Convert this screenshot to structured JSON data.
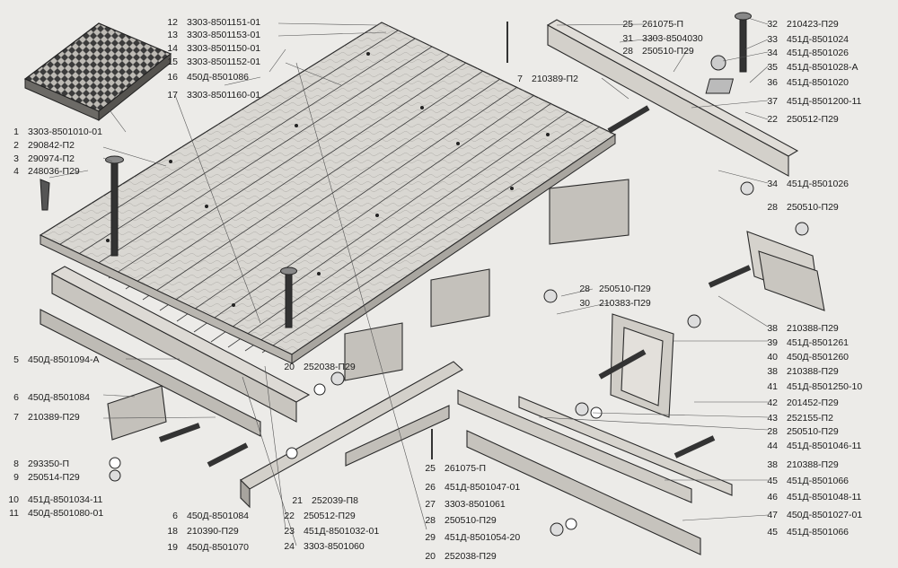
{
  "diagram": {
    "labels_left": [
      {
        "num": "1",
        "code": "3303-8501010-01"
      },
      {
        "num": "2",
        "code": "290842-П2"
      },
      {
        "num": "3",
        "code": "290974-П2"
      },
      {
        "num": "4",
        "code": "248036-П29"
      },
      {
        "num": "5",
        "code": "450Д-8501094-А"
      },
      {
        "num": "6",
        "code": "450Д-8501084"
      },
      {
        "num": "7",
        "code": "210389-П29"
      },
      {
        "num": "8",
        "code": "293350-П"
      },
      {
        "num": "9",
        "code": "250514-П29"
      },
      {
        "num": "10",
        "code": "451Д-8501034-11"
      },
      {
        "num": "11",
        "code": "450Д-8501080-01"
      }
    ],
    "labels_top": [
      {
        "num": "12",
        "code": "3303-8501151-01"
      },
      {
        "num": "13",
        "code": "3303-8501153-01"
      },
      {
        "num": "14",
        "code": "3303-8501150-01"
      },
      {
        "num": "15",
        "code": "3303-8501152-01"
      },
      {
        "num": "16",
        "code": "450Д-8501086"
      },
      {
        "num": "17",
        "code": "3303-8501160-01"
      }
    ],
    "labels_top_right": [
      {
        "num": "25",
        "code": "261075-П"
      },
      {
        "num": "31",
        "code": "3303-8504030"
      },
      {
        "num": "28",
        "code": "250510-П29"
      },
      {
        "num": "7",
        "code": "210389-П2"
      }
    ],
    "labels_right": [
      {
        "num": "32",
        "code": "210423-П29"
      },
      {
        "num": "33",
        "code": "451Д-8501024"
      },
      {
        "num": "34",
        "code": "451Д-8501026"
      },
      {
        "num": "35",
        "code": "451Д-8501028-А"
      },
      {
        "num": "36",
        "code": "451Д-8501020"
      },
      {
        "num": "37",
        "code": "451Д-8501200-11"
      },
      {
        "num": "22",
        "code": "250512-П29"
      },
      {
        "num": "34",
        "code": "451Д-8501026"
      },
      {
        "num": "28",
        "code": "250510-П29"
      },
      {
        "num": "38",
        "code": "210388-П29"
      },
      {
        "num": "39",
        "code": "451Д-8501261"
      },
      {
        "num": "40",
        "code": "450Д-8501260"
      },
      {
        "num": "38",
        "code": "210388-П29"
      },
      {
        "num": "41",
        "code": "451Д-8501250-10"
      },
      {
        "num": "42",
        "code": "201452-П29"
      },
      {
        "num": "43",
        "code": "252155-П2"
      },
      {
        "num": "28",
        "code": "250510-П29"
      },
      {
        "num": "44",
        "code": "451Д-8501046-11"
      },
      {
        "num": "38",
        "code": "210388-П29"
      },
      {
        "num": "45",
        "code": "451Д-8501066"
      },
      {
        "num": "46",
        "code": "451Д-8501048-11"
      },
      {
        "num": "47",
        "code": "450Д-8501027-01"
      },
      {
        "num": "45",
        "code": "451Д-8501066"
      }
    ],
    "labels_mid": [
      {
        "num": "28",
        "code": "250510-П29"
      },
      {
        "num": "30",
        "code": "210383-П29"
      },
      {
        "num": "20",
        "code": "252038-П29"
      }
    ],
    "labels_bottom": [
      {
        "num": "25",
        "code": "261075-П"
      },
      {
        "num": "26",
        "code": "451Д-8501047-01"
      },
      {
        "num": "27",
        "code": "3303-8501061"
      },
      {
        "num": "28",
        "code": "250510-П29"
      },
      {
        "num": "29",
        "code": "451Д-8501054-20"
      },
      {
        "num": "20",
        "code": "252038-П29"
      },
      {
        "num": "21",
        "code": "252039-П8"
      },
      {
        "num": "22",
        "code": "250512-П29"
      },
      {
        "num": "23",
        "code": "451Д-8501032-01"
      },
      {
        "num": "24",
        "code": "3303-8501060"
      },
      {
        "num": "6",
        "code": "450Д-8501084"
      },
      {
        "num": "18",
        "code": "210390-П29"
      },
      {
        "num": "19",
        "code": "450Д-8501070"
      }
    ]
  }
}
